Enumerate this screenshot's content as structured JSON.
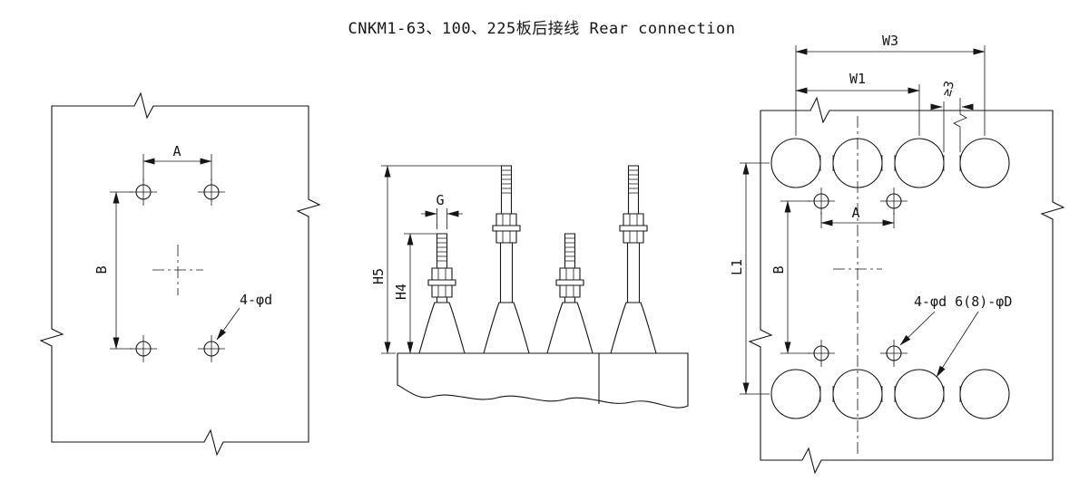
{
  "title": "CNKM1-63、100、225板后接线  Rear connection",
  "style": {
    "ink": "#161616",
    "background": "#ffffff"
  },
  "left_view": {
    "dim_a": "A",
    "dim_b": "B",
    "callout": "4-φd"
  },
  "middle_view": {
    "dim_g": "G",
    "dim_h5": "H5",
    "dim_h4": "H4"
  },
  "right_view": {
    "dim_w3": "W3",
    "dim_w1": "W1",
    "dim_min_gap": "≥3",
    "dim_l1": "L1",
    "dim_b": "B",
    "dim_a": "A",
    "callout": "4-φd 6(8)-φD"
  }
}
